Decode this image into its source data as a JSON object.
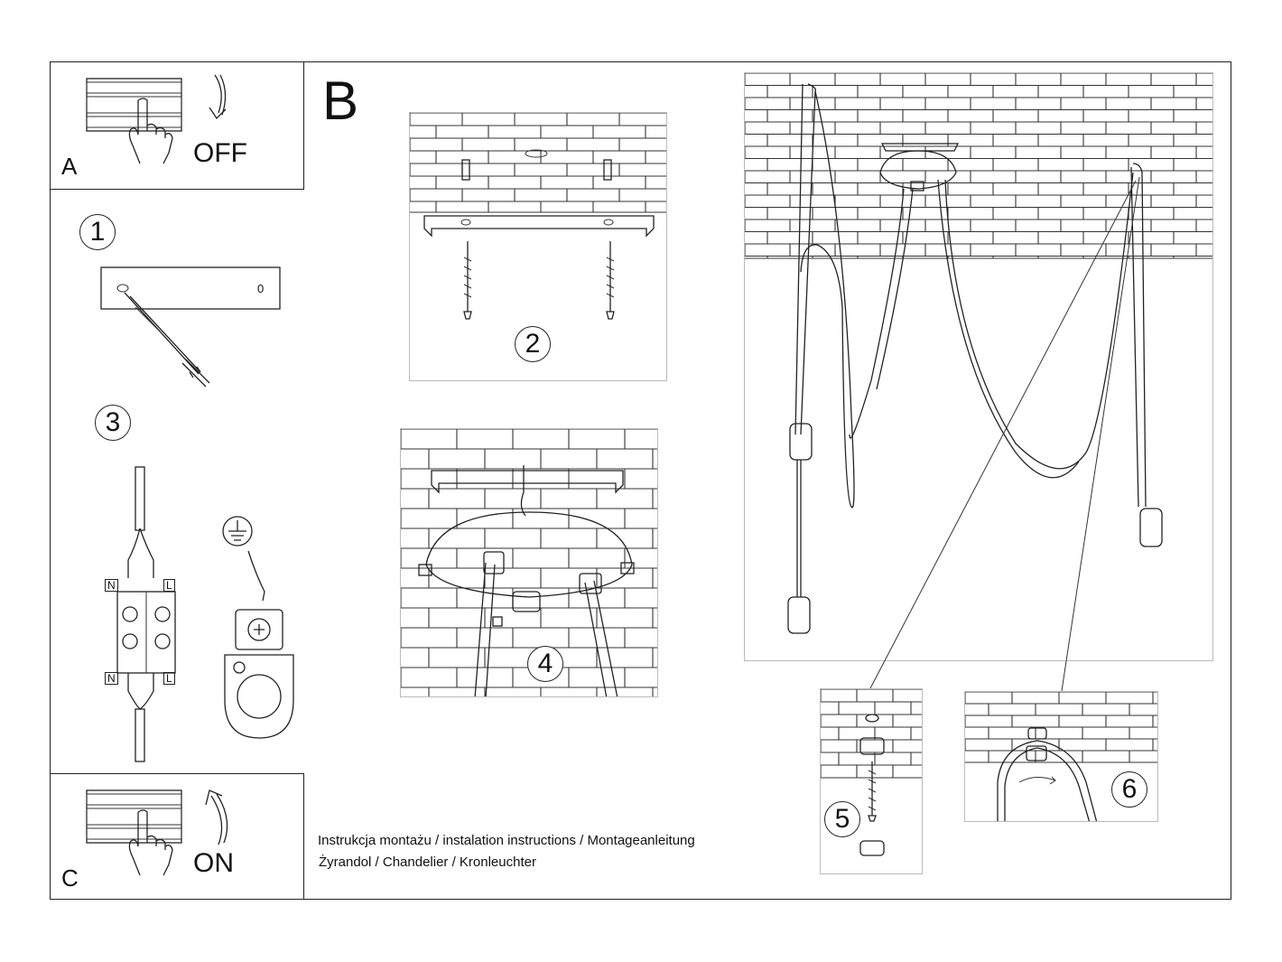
{
  "steps": {
    "a_label": "A",
    "off_label": "OFF",
    "b_label": "B",
    "c_label": "C",
    "on_label": "ON",
    "step1": "1",
    "step2": "2",
    "step3": "3",
    "step4": "4",
    "step5": "5",
    "step6": "6"
  },
  "wiring": {
    "n_top": "N",
    "l_top": "L",
    "n_bottom": "N",
    "l_bottom": "L"
  },
  "plate_hole_label": "0",
  "caption": {
    "line1": "Instrukcja montażu / instalation instructions / Montageanleitung",
    "line2": "Żyrandol / Chandelier / Kronleuchter"
  },
  "icons": [
    "switch-panel-icon",
    "hand-pointer-icon",
    "curved-arrow-down-icon",
    "curved-arrow-up-icon",
    "ground-symbol-icon",
    "screw-icon",
    "terminal-block-icon"
  ]
}
